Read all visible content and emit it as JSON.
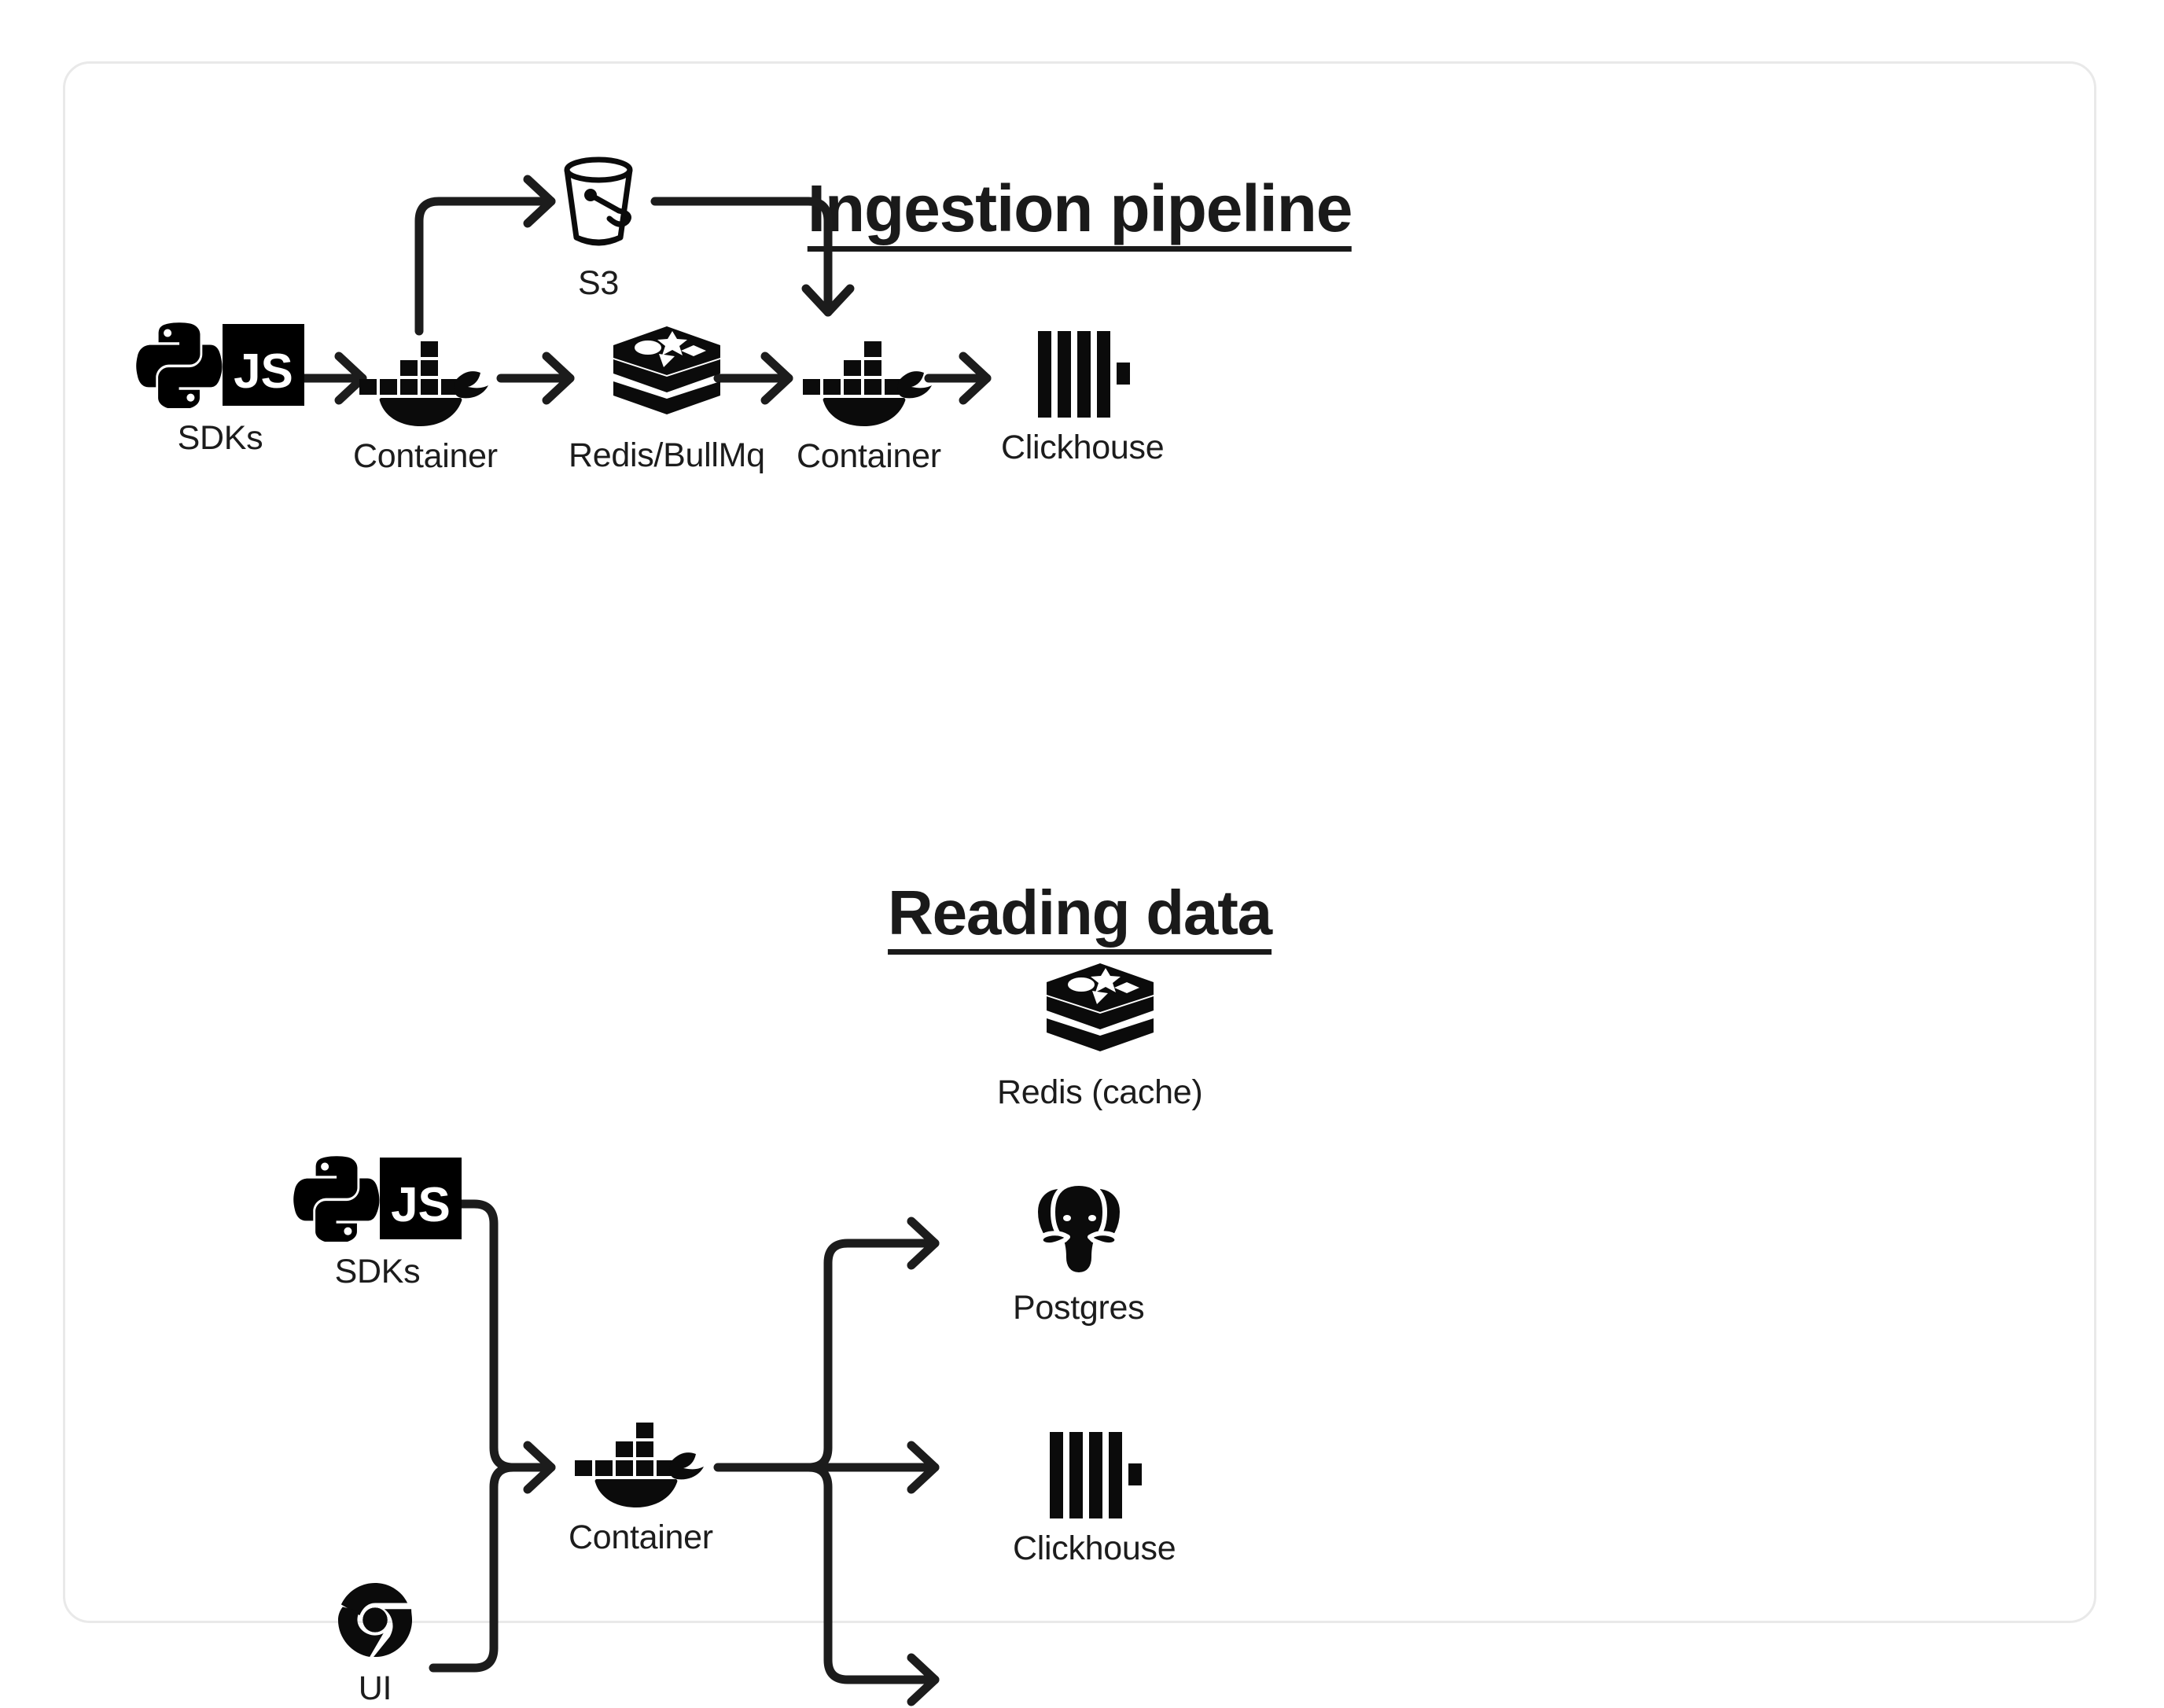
{
  "diagram": {
    "title_ingestion": "Ingestion pipeline",
    "title_reading": "Reading data",
    "accent_color": "#1c1c1c",
    "card_border_color": "#e9e9e9",
    "background_color": "#ffffff"
  },
  "ingestion": {
    "nodes": [
      {
        "id": "sdks",
        "label": "SDKs",
        "icons": [
          "python-icon",
          "javascript-icon"
        ]
      },
      {
        "id": "container-1",
        "label": "Container",
        "icons": [
          "docker-icon"
        ]
      },
      {
        "id": "s3",
        "label": "S3",
        "icons": [
          "s3-bucket-icon"
        ]
      },
      {
        "id": "redis-bullmq",
        "label": "Redis/BullMq",
        "icons": [
          "redis-icon"
        ]
      },
      {
        "id": "container-2",
        "label": "Container",
        "icons": [
          "docker-icon"
        ]
      },
      {
        "id": "clickhouse",
        "label": "Clickhouse",
        "icons": [
          "clickhouse-icon"
        ]
      }
    ],
    "edges": [
      {
        "from": "sdks",
        "to": "container-1",
        "style": "straight-arrow"
      },
      {
        "from": "container-1",
        "to": "s3",
        "style": "elbow-up-right-arrow"
      },
      {
        "from": "container-1",
        "to": "redis-bullmq",
        "style": "straight-arrow"
      },
      {
        "from": "s3",
        "to": "container-2",
        "style": "elbow-right-down-arrow"
      },
      {
        "from": "redis-bullmq",
        "to": "container-2",
        "style": "straight-arrow"
      },
      {
        "from": "container-2",
        "to": "clickhouse",
        "style": "straight-arrow"
      }
    ]
  },
  "reading": {
    "nodes": [
      {
        "id": "sdks",
        "label": "SDKs",
        "icons": [
          "python-icon",
          "javascript-icon"
        ]
      },
      {
        "id": "ui",
        "label": "UI",
        "icons": [
          "chrome-icon"
        ]
      },
      {
        "id": "container",
        "label": "Container",
        "icons": [
          "docker-icon"
        ]
      },
      {
        "id": "redis-cache",
        "label": "Redis (cache)",
        "icons": [
          "redis-icon"
        ]
      },
      {
        "id": "postgres",
        "label": "Postgres",
        "icons": [
          "postgres-icon"
        ]
      },
      {
        "id": "clickhouse",
        "label": "Clickhouse",
        "icons": [
          "clickhouse-icon"
        ]
      }
    ],
    "edges": [
      {
        "from": "sdks",
        "to": "container",
        "style": "merge-arrow"
      },
      {
        "from": "ui",
        "to": "container",
        "style": "merge-arrow"
      },
      {
        "from": "container",
        "to": "redis-cache",
        "style": "fanout-up-arrow"
      },
      {
        "from": "container",
        "to": "postgres",
        "style": "fanout-straight-arrow"
      },
      {
        "from": "container",
        "to": "clickhouse",
        "style": "fanout-down-arrow"
      }
    ]
  },
  "icons": {
    "javascript_text": "JS"
  }
}
